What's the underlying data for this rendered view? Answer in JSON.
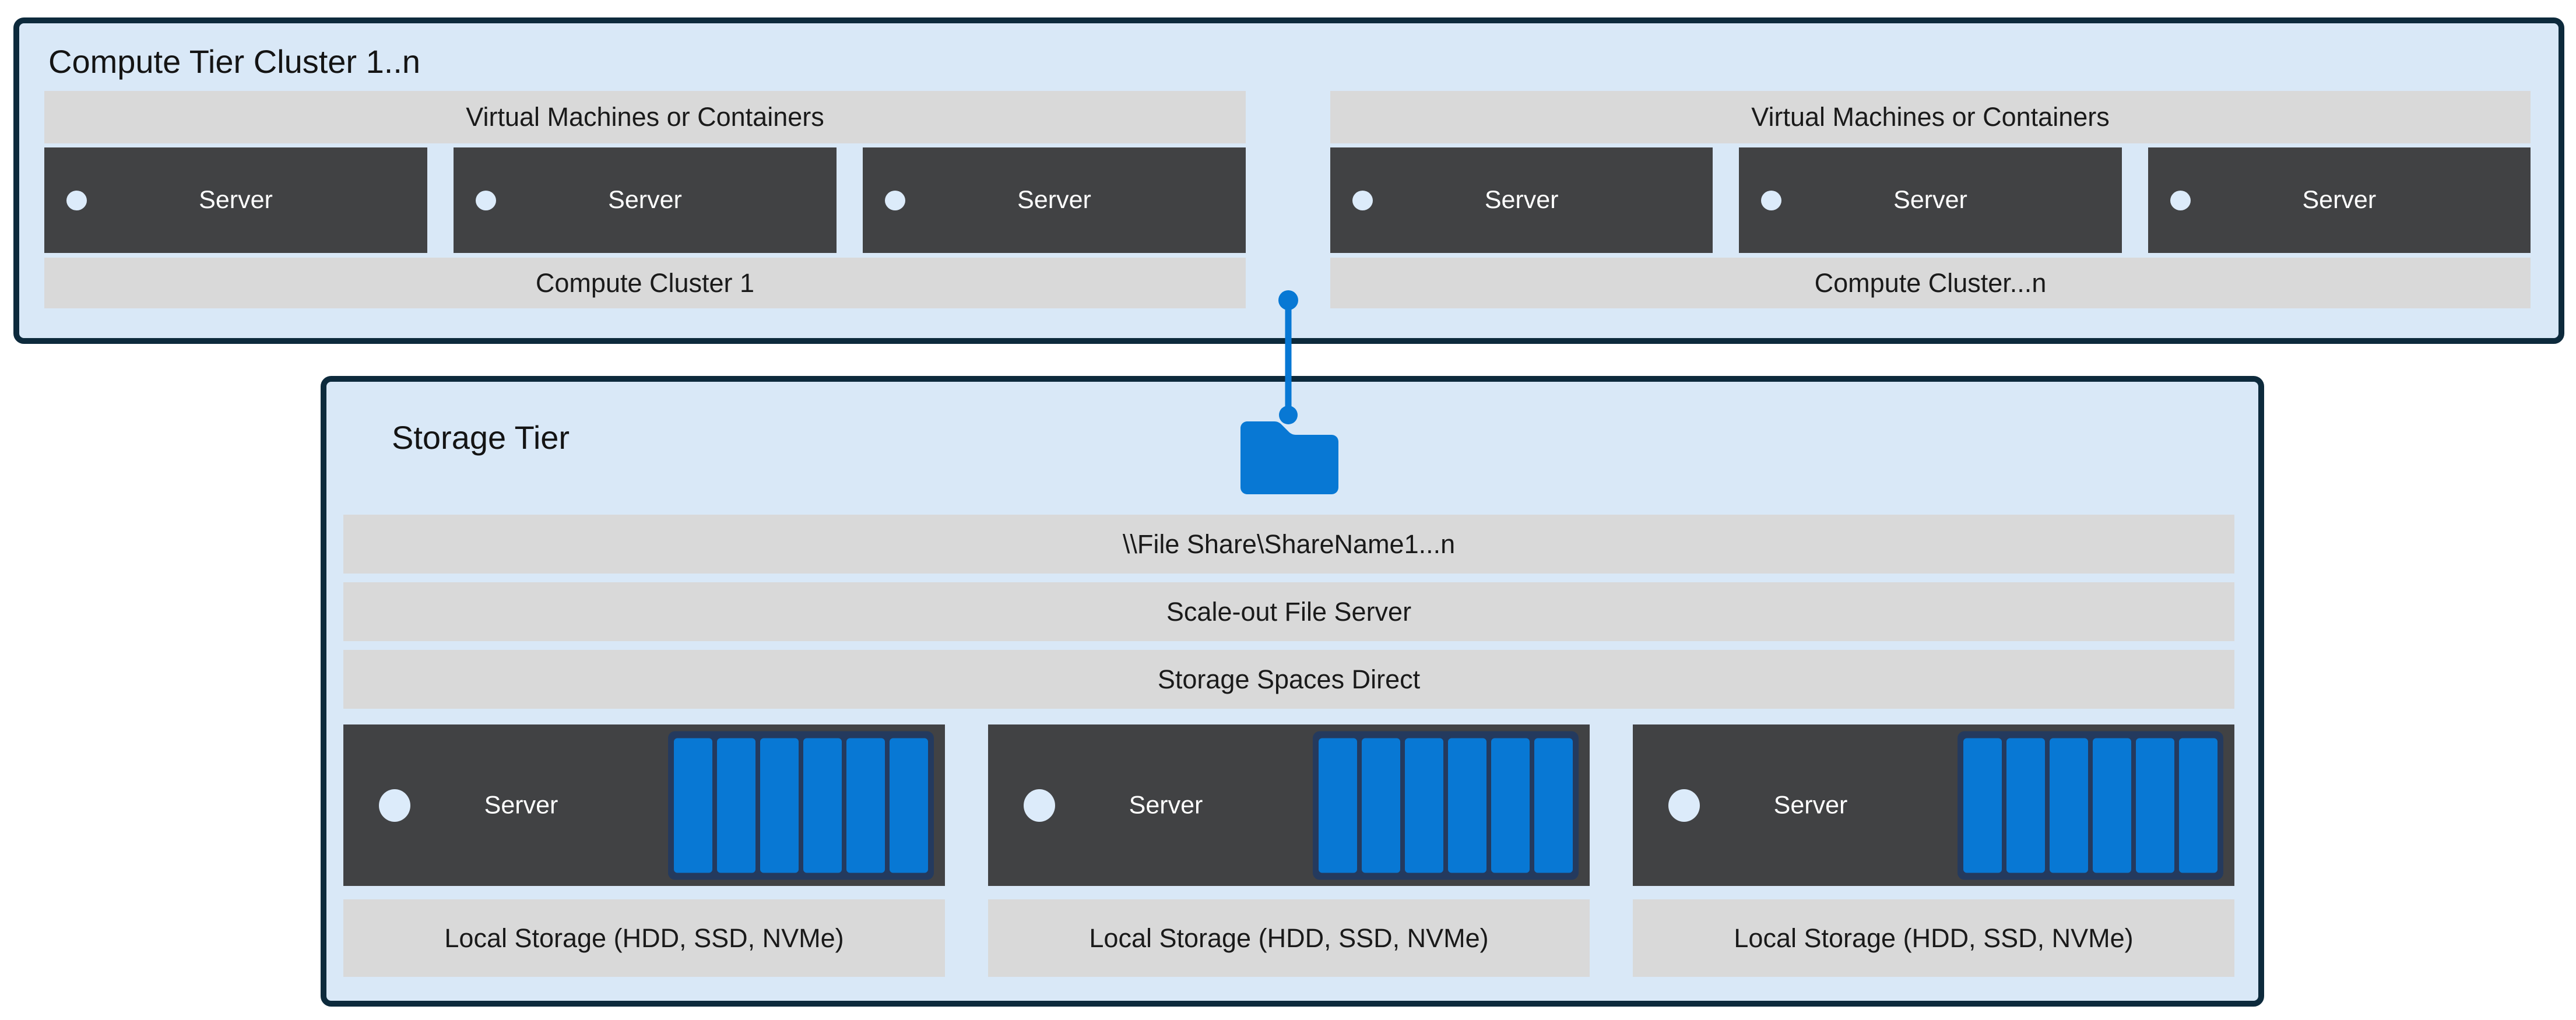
{
  "colors": {
    "page_background": "#ffffff",
    "tier_fill": "#d9e8f7",
    "tier_border": "#0d2a3c",
    "gray_bar": "#d9d9d9",
    "server_dark": "#414244",
    "indicator_light": "#dcebfa",
    "accent_blue": "#0878d4",
    "disk_frame_navy": "#243a5e",
    "text_dark": "#141414",
    "text_light": "#ffffff"
  },
  "compute_tier": {
    "title": "Compute Tier Cluster 1..n",
    "clusters": [
      {
        "header": "Virtual Machines or Containers",
        "servers": [
          {
            "label": "Server"
          },
          {
            "label": "Server"
          },
          {
            "label": "Server"
          }
        ],
        "footer": "Compute Cluster 1"
      },
      {
        "header": "Virtual Machines or Containers",
        "servers": [
          {
            "label": "Server"
          },
          {
            "label": "Server"
          },
          {
            "label": "Server"
          }
        ],
        "footer": "Compute Cluster...n"
      }
    ]
  },
  "connector": {
    "icon": "folder-icon",
    "style": "vertical line with round endpoints linking compute tier to storage tier folder"
  },
  "storage_tier": {
    "title": "Storage Tier",
    "layers": [
      "\\\\File Share\\ShareName1...n",
      "Scale-out File Server",
      "Storage Spaces Direct"
    ],
    "servers": [
      {
        "label": "Server",
        "disk_count": 6,
        "storage_label": "Local Storage (HDD, SSD, NVMe)"
      },
      {
        "label": "Server",
        "disk_count": 6,
        "storage_label": "Local Storage (HDD, SSD, NVMe)"
      },
      {
        "label": "Server",
        "disk_count": 6,
        "storage_label": "Local Storage (HDD, SSD, NVMe)"
      }
    ]
  }
}
